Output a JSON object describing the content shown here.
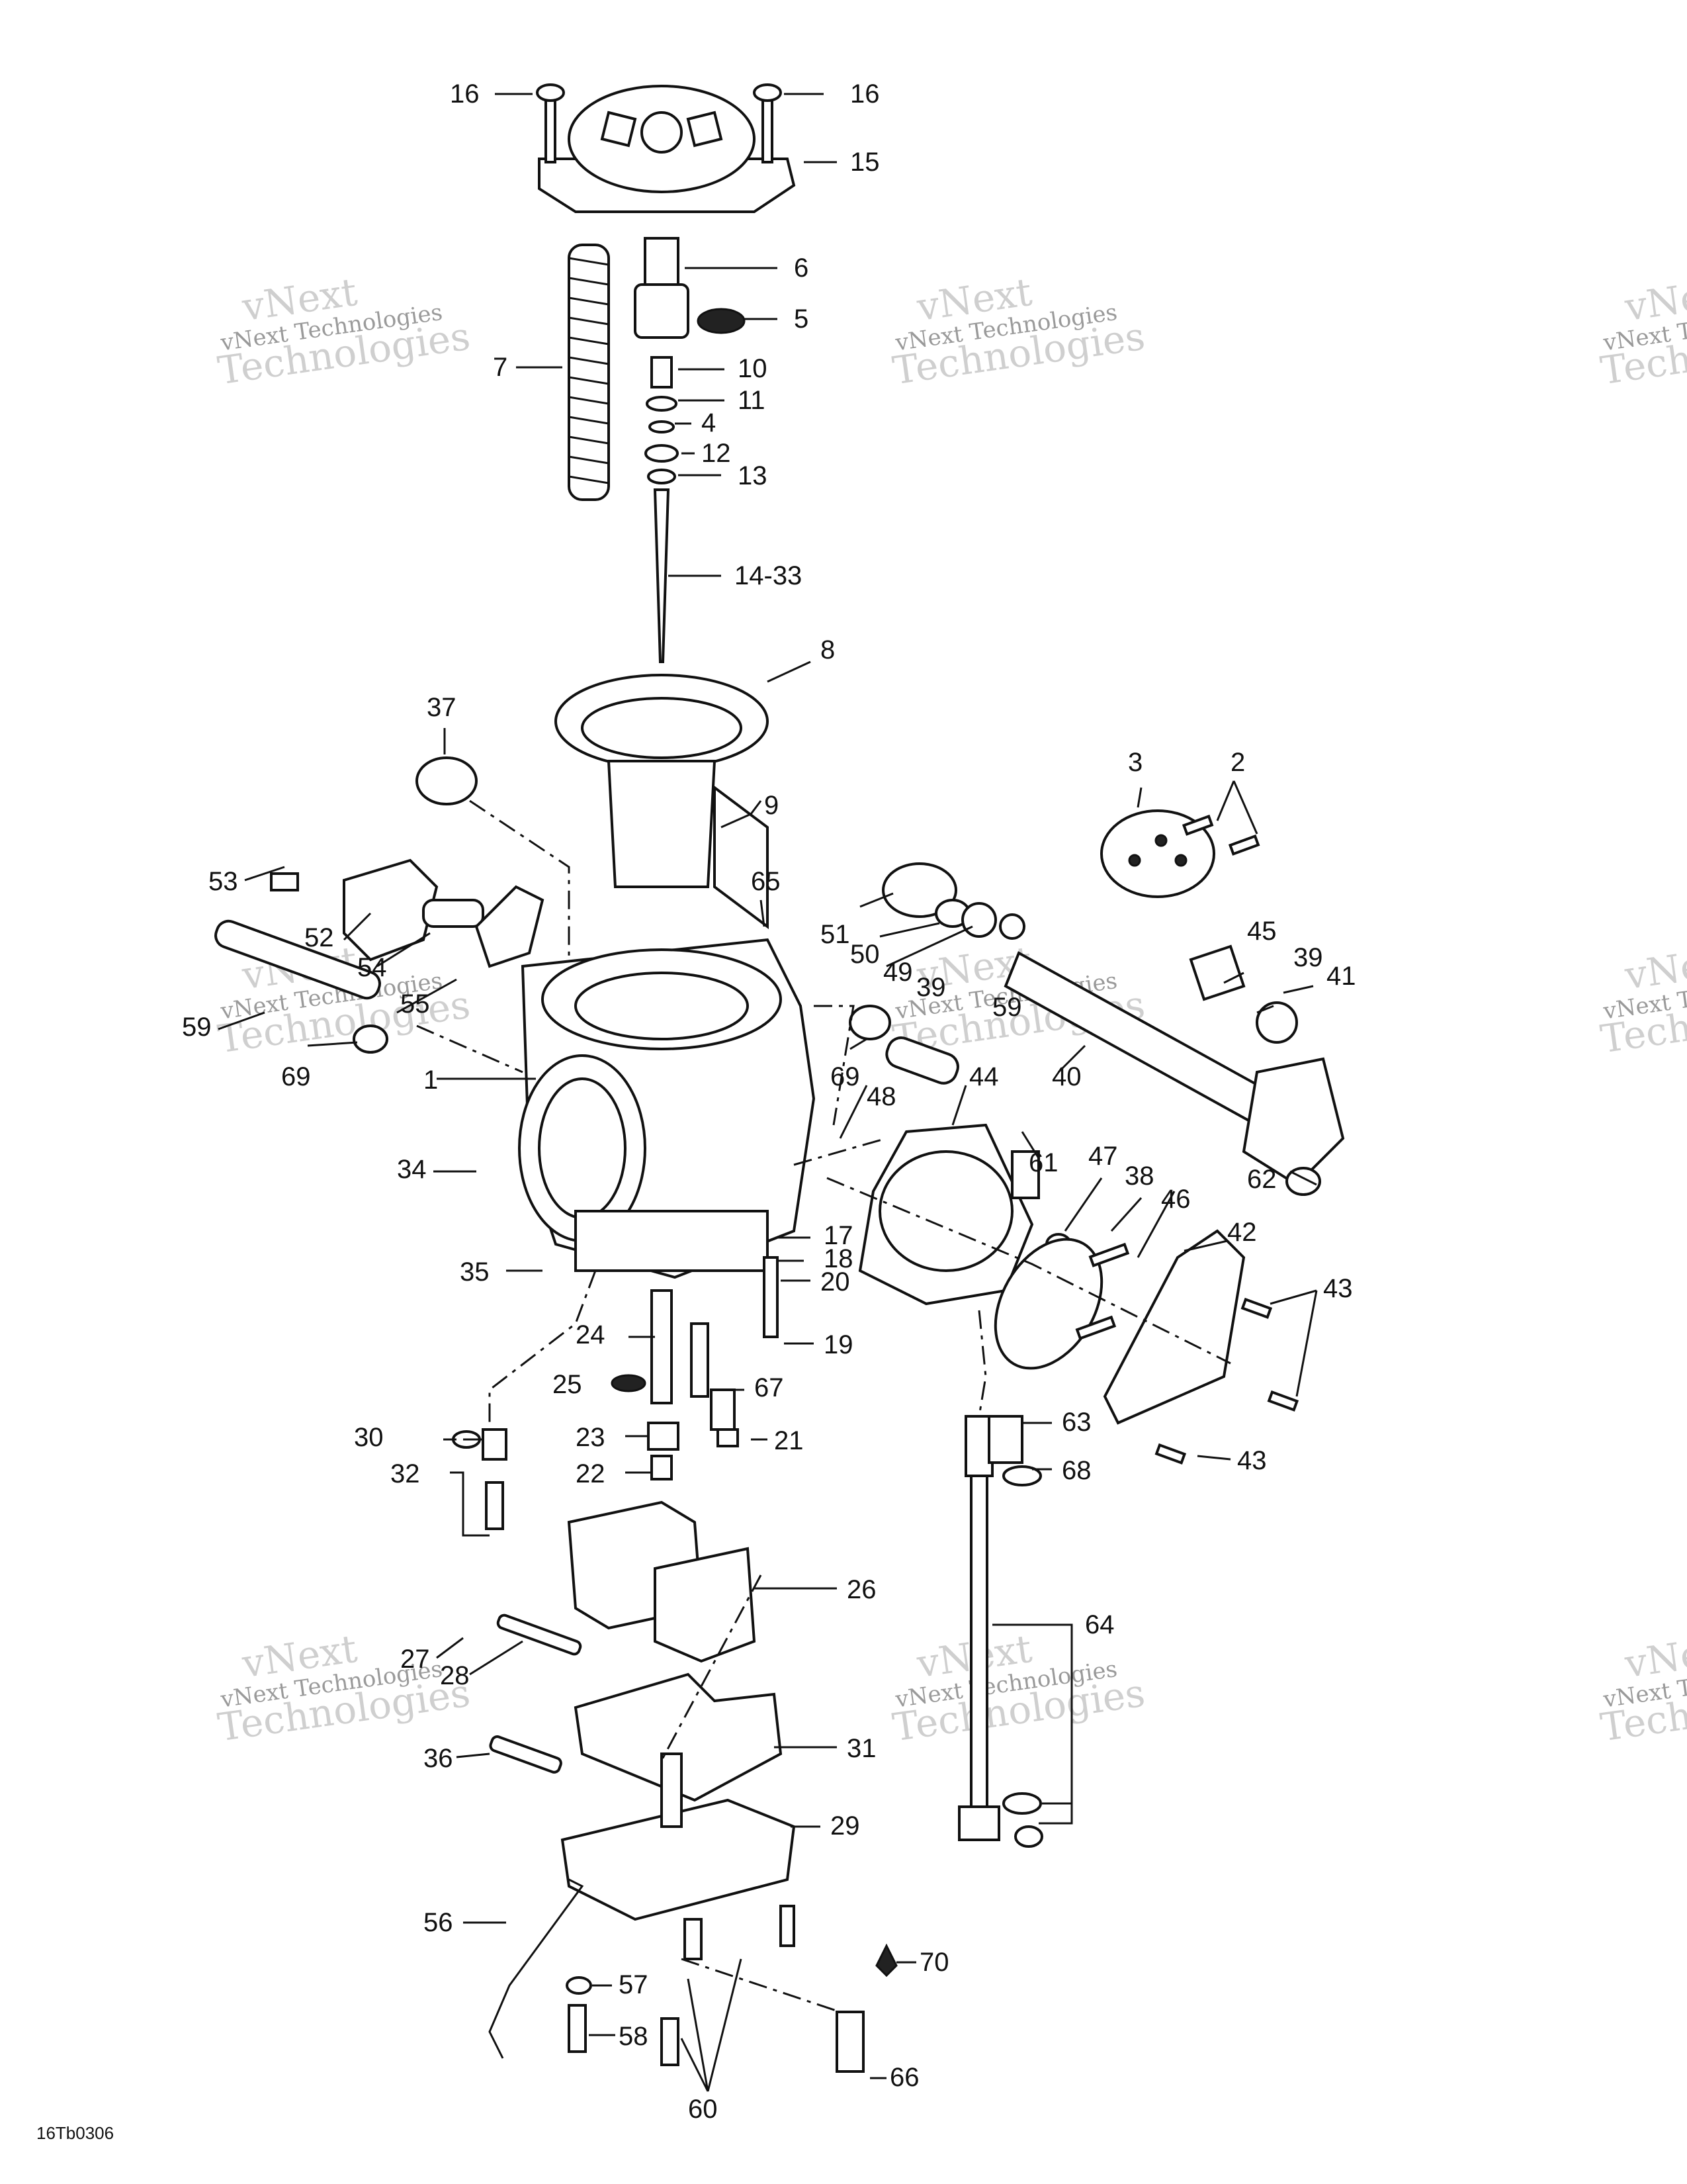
{
  "labels": [
    "16",
    "16",
    "15",
    "6",
    "5",
    "7",
    "10",
    "11",
    "4",
    "12",
    "13",
    "14-33",
    "8",
    "37",
    "9",
    "3",
    "2",
    "53",
    "65",
    "51",
    "50",
    "49",
    "39",
    "39",
    "45",
    "41",
    "52",
    "54",
    "55",
    "59",
    "59",
    "69",
    "69",
    "44",
    "40",
    "1",
    "48",
    "61",
    "47",
    "38",
    "46",
    "42",
    "43",
    "43",
    "43",
    "62",
    "34",
    "35",
    "17",
    "18",
    "20",
    "19",
    "24",
    "25",
    "67",
    "30",
    "32",
    "23",
    "21",
    "22",
    "63",
    "68",
    "26",
    "64",
    "27",
    "28",
    "36",
    "31",
    "29",
    "56",
    "57",
    "58",
    "60",
    "70",
    "66"
  ],
  "watermark": {
    "line1": "vNext",
    "line2": "vNext Technologies",
    "line3": "Technologies",
    "edge1": "vNext",
    "edge2": "vNext Te",
    "edge3": "Techn"
  },
  "reference": "16Tb0306"
}
